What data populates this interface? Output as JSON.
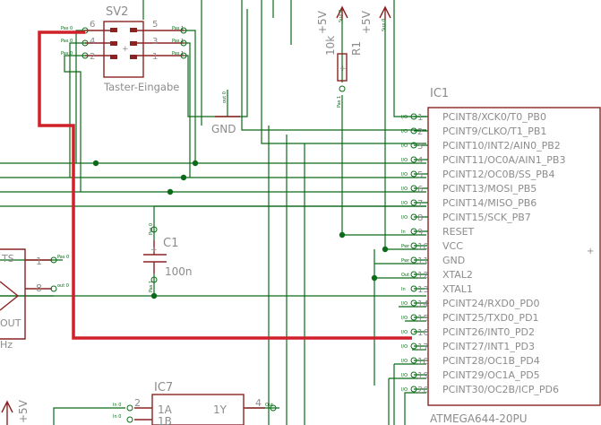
{
  "parts": {
    "sv2": {
      "name": "SV2",
      "value": "Taster-Eingabe",
      "pins_left": [
        "6",
        "4",
        "2"
      ],
      "pins_right": [
        "5",
        "3",
        "1"
      ],
      "pas_left": [
        "Pas 0",
        "Pas 0",
        "Pas 0"
      ],
      "pas_right": [
        "Pas 1",
        "Pas 1",
        "Pas 1"
      ],
      "plus": "+"
    },
    "gnd": {
      "label": "GND",
      "pin": "out 0"
    },
    "r1": {
      "name": "R1",
      "value": "10k",
      "pin": "Pas 1",
      "plus": "+"
    },
    "vcc1": {
      "label": "+5V",
      "pin": "Sup 0"
    },
    "vcc2": {
      "label": "+5V",
      "pin": "Sup 0"
    },
    "c1": {
      "name": "C1",
      "value": "100n",
      "pin_top": "Pas 0",
      "pin_bot": "Pas 1",
      "plus": "+"
    },
    "ic1": {
      "name": "IC1",
      "value": "ATMEGA644-20PU",
      "plus": "+",
      "pins": [
        {
          "label": "PCINT8/XCK0/T0_PB0",
          "num": "1",
          "dir": "I/O"
        },
        {
          "label": "PCINT9/CLKO/T1_PB1",
          "num": "2",
          "dir": "I/O"
        },
        {
          "label": "PCINT10/INT2/AIN0_PB2",
          "num": "3",
          "dir": "I/O"
        },
        {
          "label": "PCINT11/OC0A/AIN1_PB3",
          "num": "4",
          "dir": "I/O"
        },
        {
          "label": "PCINT12/OC0B/SS_PB4",
          "num": "5",
          "dir": "I/O"
        },
        {
          "label": "PCINT13/MOSI_PB5",
          "num": "6",
          "dir": "I/O"
        },
        {
          "label": "PCINT14/MISO_PB6",
          "num": "7",
          "dir": "I/O"
        },
        {
          "label": "PCINT15/SCK_PB7",
          "num": "8",
          "dir": "I/O"
        },
        {
          "label": "RESET",
          "num": "9",
          "dir": "In"
        },
        {
          "label": "VCC",
          "num": "10",
          "dir": "Pwr"
        },
        {
          "label": "GND",
          "num": "11",
          "dir": "Pwr"
        },
        {
          "label": "XTAL2",
          "num": "12",
          "dir": "Out"
        },
        {
          "label": "XTAL1",
          "num": "13",
          "dir": "In"
        },
        {
          "label": "PCINT24/RXD0_PD0",
          "num": "14",
          "dir": "I/O"
        },
        {
          "label": "PCINT25/TXD0_PD1",
          "num": "15",
          "dir": "I/O"
        },
        {
          "label": "PCINT26/INT0_PD2",
          "num": "16",
          "dir": "I/O"
        },
        {
          "label": "PCINT27/INT1_PD3",
          "num": "17",
          "dir": "I/O"
        },
        {
          "label": "PCINT28/OC1B_PD4",
          "num": "18",
          "dir": "I/O"
        },
        {
          "label": "PCINT29/OC1A_PD5",
          "num": "19",
          "dir": "I/O"
        },
        {
          "label": "PCINT30/OC2B/ICP_PD6",
          "num": "20",
          "dir": "I/O"
        }
      ]
    },
    "osc": {
      "lbl_ts": "TS",
      "lbl_out": "OUT",
      "lbl_hz": "Hz",
      "pin1": "1",
      "pin8": "8",
      "pin1_pas": "Pas 0",
      "pin8_pas": "out 0"
    },
    "ic7": {
      "name": "IC7",
      "lbl_1a": "1A",
      "lbl_1b": "1B",
      "lbl_1y": "1Y",
      "pin2": "2",
      "pin4": "4",
      "pin2_dir": "In 0",
      "pin_dir": "In 0",
      "pin4_dir": "Out"
    },
    "vcc3": {
      "label": "+5V"
    }
  }
}
